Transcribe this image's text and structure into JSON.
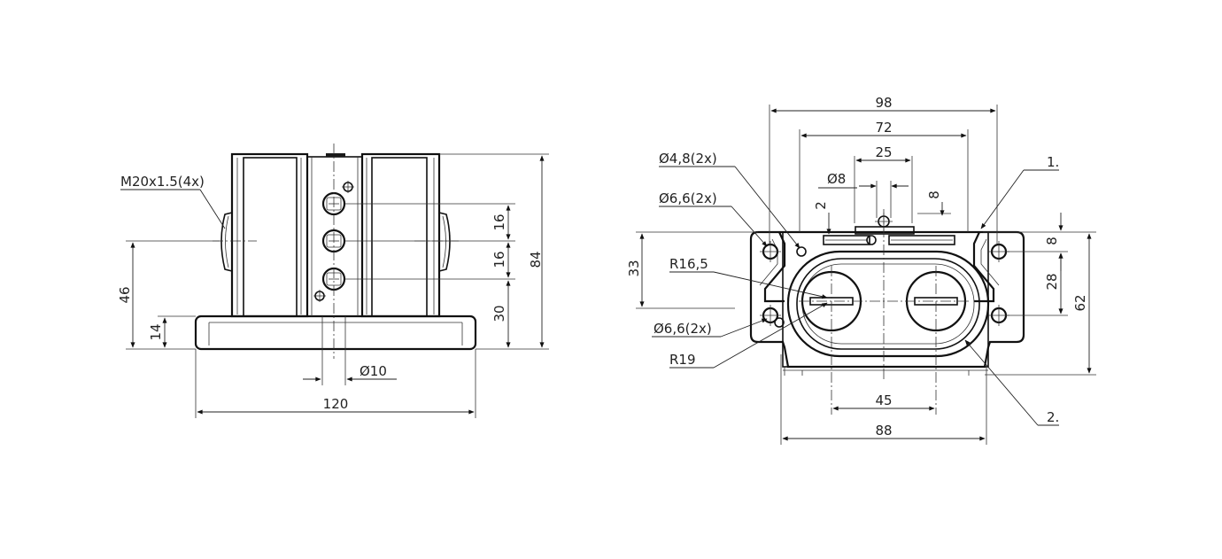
{
  "side_view": {
    "thread_label": "M20x1.5(4x)",
    "dim_overall_height": "84",
    "dim_pitch_1": "16",
    "dim_pitch_2": "16",
    "dim_bottom_offset": "30",
    "dim_axis_height": "46",
    "dim_base_height": "14",
    "dim_bore": "Ø10",
    "dim_base_width": "120"
  },
  "top_view": {
    "dim_width_outer": "98",
    "dim_width_mid": "72",
    "dim_width_inner": "25",
    "dim_pin_dia": "Ø8",
    "dim_small_2": "2",
    "dim_small_8": "8",
    "label_hole_48": "Ø4,8(2x)",
    "label_hole_66_top": "Ø6,6(2x)",
    "label_r165": "R16,5",
    "label_hole_66_bottom": "Ø6,6(2x)",
    "label_r19": "R19",
    "callout_1": "1.",
    "callout_2": "2.",
    "dim_right_8": "8",
    "dim_right_28": "28",
    "dim_right_62": "62",
    "dim_left_33": "33",
    "dim_center_45": "45",
    "dim_width_88": "88"
  }
}
